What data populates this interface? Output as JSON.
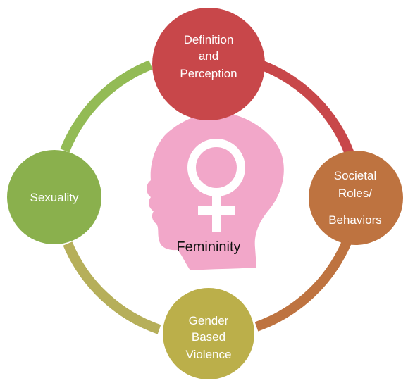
{
  "center": {
    "label": "Femininity",
    "icon": "female-head-icon",
    "head_color": "#F2A7C9",
    "symbol_color": "#ffffff"
  },
  "nodes": [
    {
      "id": "definition",
      "lines": [
        "Definition",
        "and",
        "Perception"
      ],
      "color": "#C8474A"
    },
    {
      "id": "societal",
      "lines": [
        "Societal",
        "Roles/",
        "Behaviors"
      ],
      "color": "#BE7340"
    },
    {
      "id": "gender",
      "lines": [
        "Gender",
        "Based",
        "Violence"
      ],
      "color": "#BBAF4A"
    },
    {
      "id": "sexuality",
      "lines": [
        "Sexuality"
      ],
      "color": "#8AB04D"
    }
  ],
  "ring_colors": {
    "top_right": "#C8474A",
    "right_bottom": "#BE7340",
    "bottom_left": "#B6AF5A",
    "left_top": "#93BB55"
  }
}
